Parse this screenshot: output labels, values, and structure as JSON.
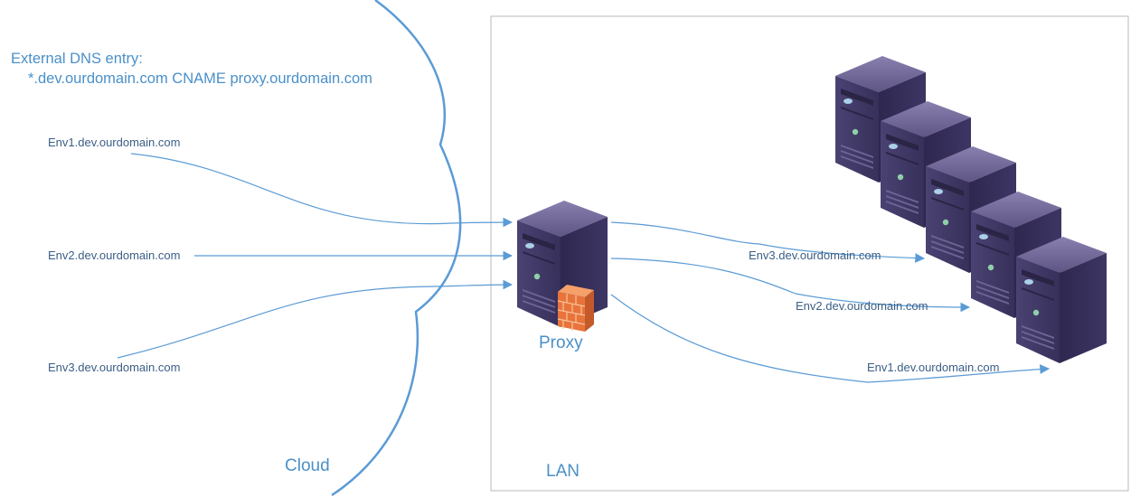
{
  "dns_note": {
    "line1": "External DNS entry:",
    "line2": "*.dev.ourdomain.com CNAME proxy.ourdomain.com"
  },
  "cloud": {
    "label": "Cloud"
  },
  "lan": {
    "label": "LAN"
  },
  "proxy": {
    "label": "Proxy"
  },
  "incoming": [
    {
      "label": "Env1.dev.ourdomain.com"
    },
    {
      "label": "Env2.dev.ourdomain.com"
    },
    {
      "label": "Env3.dev.ourdomain.com"
    }
  ],
  "outgoing": [
    {
      "label": "Env3.dev.ourdomain.com"
    },
    {
      "label": "Env2.dev.ourdomain.com"
    },
    {
      "label": "Env1.dev.ourdomain.com"
    }
  ],
  "colors": {
    "line": "#5b9bd5",
    "server_front": "#3e3760",
    "server_side": "#2b2647",
    "server_top": "#6a6190",
    "firewall": "#e8743b"
  },
  "icons": [
    "server-icon",
    "firewall-icon"
  ]
}
